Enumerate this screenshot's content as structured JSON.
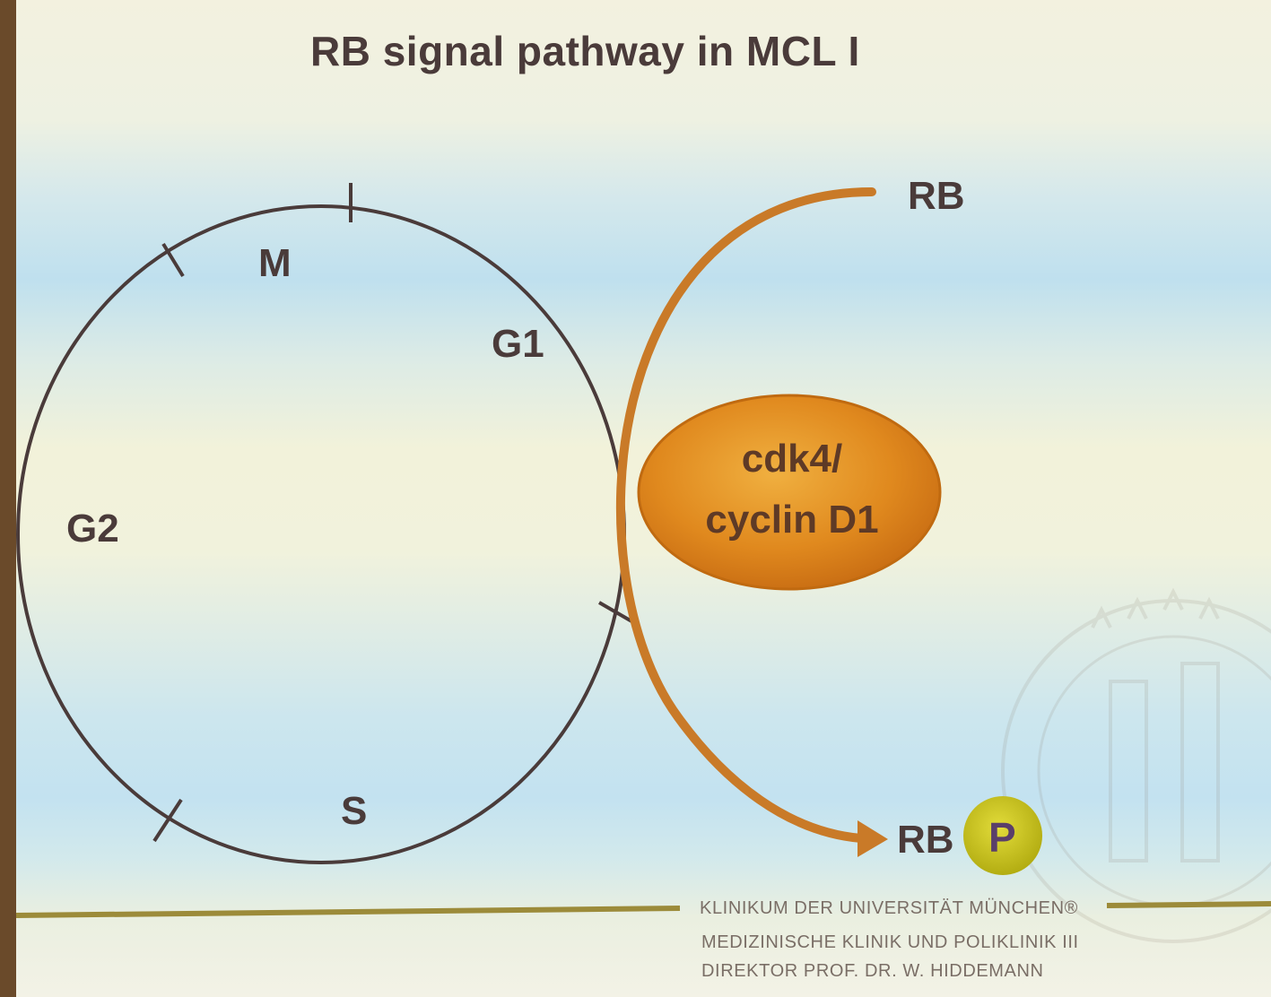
{
  "slide": {
    "title": "RB signal pathway in MCL I"
  },
  "cell_cycle": {
    "phases": [
      "M",
      "G1",
      "G2",
      "S"
    ]
  },
  "pathway": {
    "substrate": "RB",
    "enzyme_line1": "cdk4/",
    "enzyme_line2": "cyclin D1",
    "product": "RB",
    "phospho": "P"
  },
  "footer": {
    "line1": "KLINIKUM DER UNIVERSITÄT MÜNCHEN®",
    "line2": "MEDIZINISCHE KLINIK UND POLIKLINIK III",
    "line3": "DIREKTOR PROF. DR. W. HIDDEMANN"
  },
  "colors": {
    "cycle_stroke": "#4a3b3a",
    "arrow": "#c97a28",
    "enzyme_fill": "#e0891e",
    "phospho_fill": "#c9c21e",
    "footer_rule": "#9c8b3a"
  }
}
